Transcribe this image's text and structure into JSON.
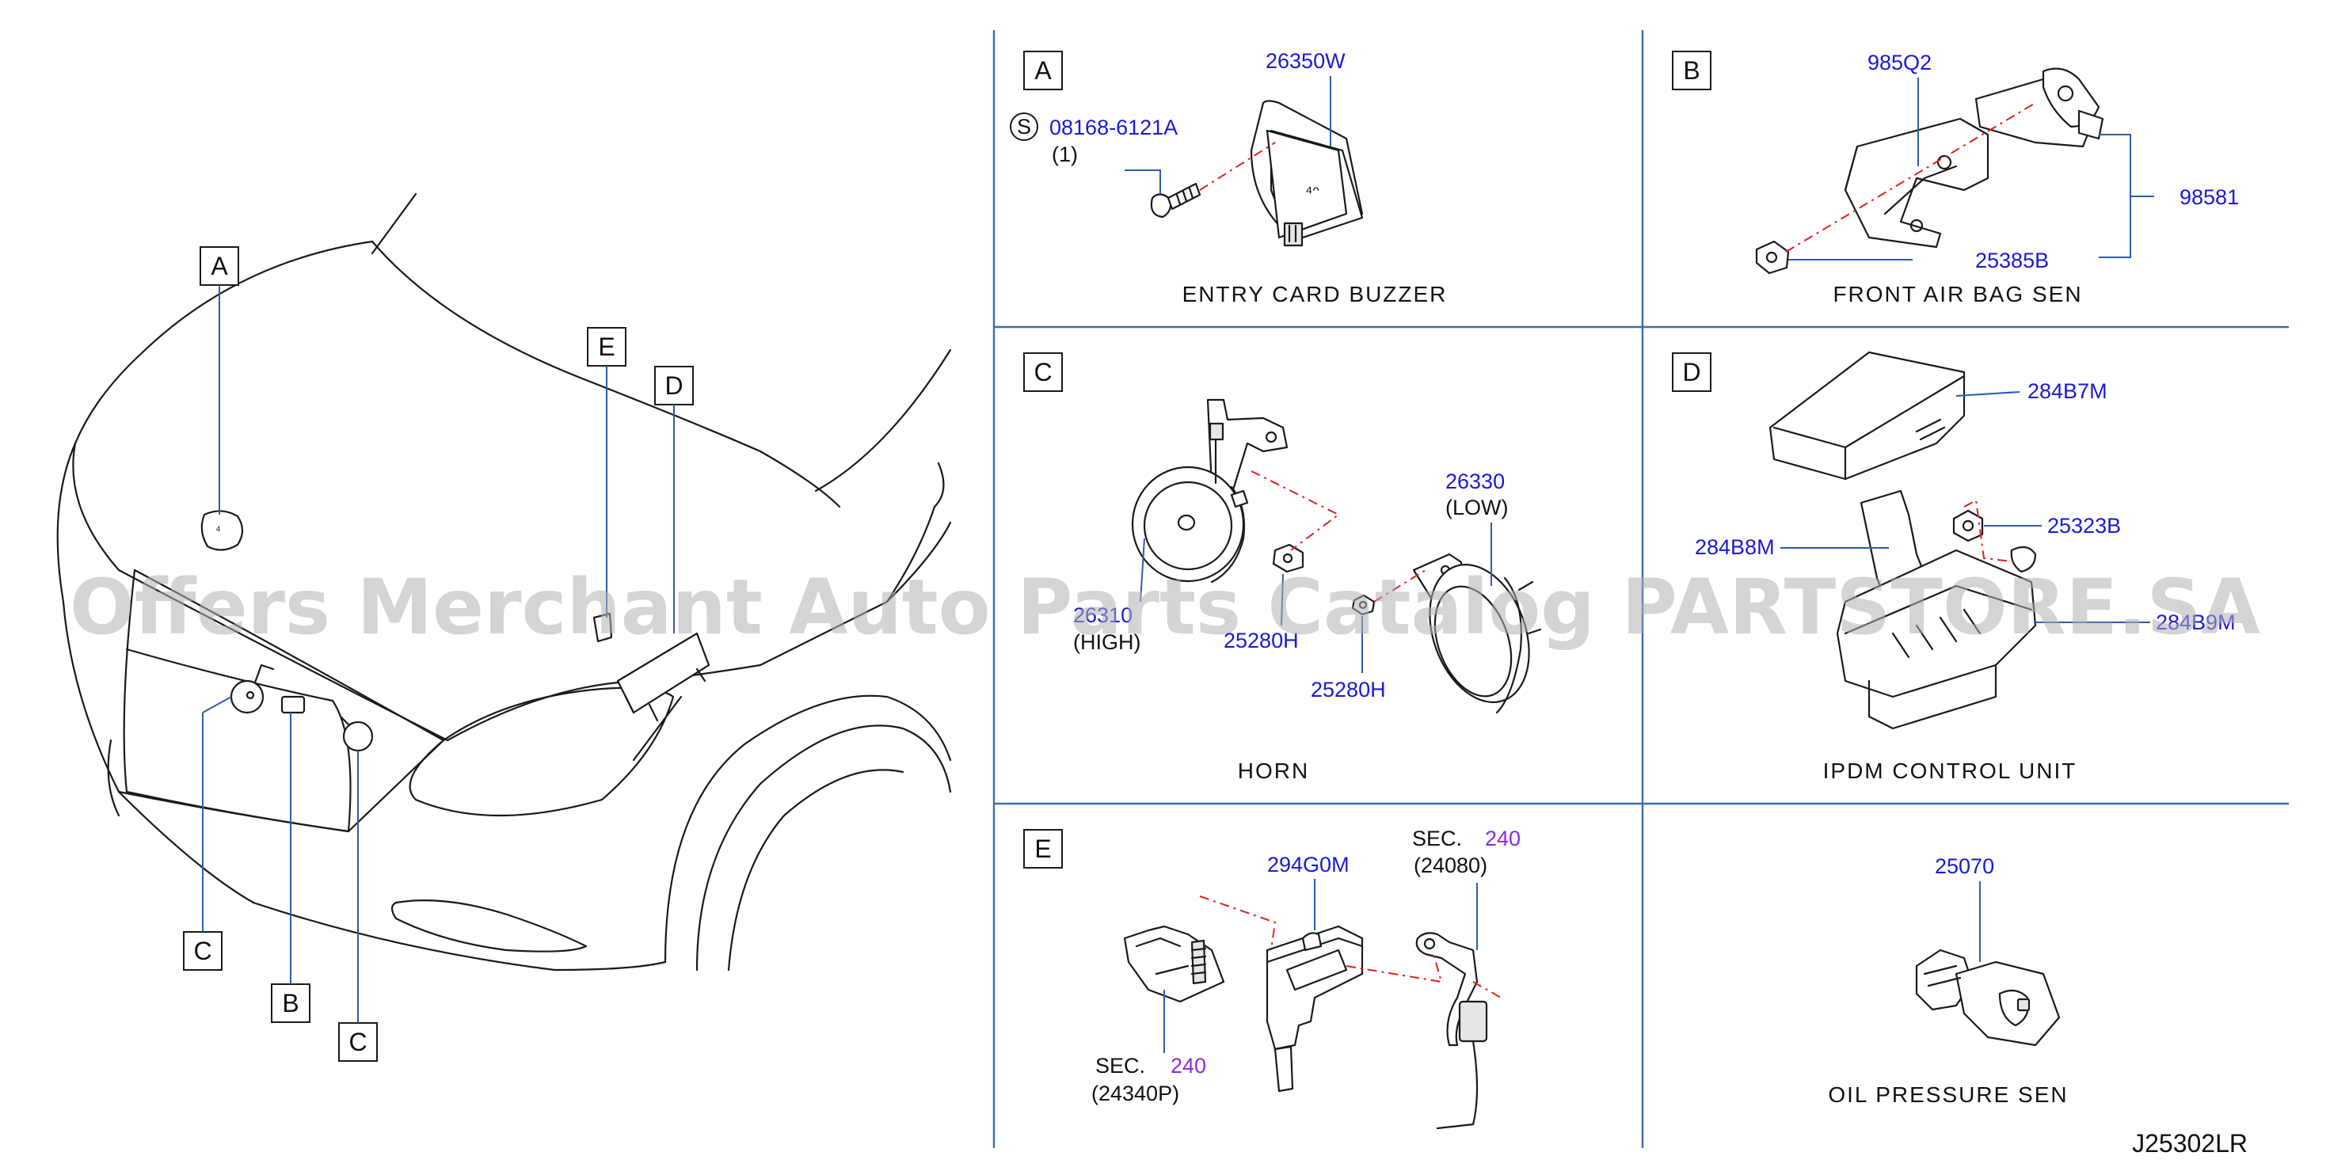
{
  "diagram_code": "J25302LR",
  "watermark": "Offers Merchant Auto Parts Catalog PARTSTORE.SA",
  "overview": {
    "callouts": [
      "A",
      "B",
      "C",
      "C",
      "D",
      "E"
    ]
  },
  "panels": {
    "A": {
      "letter": "A",
      "caption": "ENTRY   CARD   BUZZER",
      "parts": {
        "buzzer": "26350W",
        "screw": "08168-6121A",
        "screw_symbol": "S",
        "screw_qty": "(1)"
      }
    },
    "B": {
      "letter": "B",
      "caption": "FRONT   AIR   BAG   SEN",
      "parts": {
        "bracket": "985Q2",
        "sensor": "98581",
        "nut": "25385B"
      }
    },
    "C": {
      "letter": "C",
      "caption": "HORN",
      "parts": {
        "low_horn": "26330",
        "low_note": "(LOW)",
        "high_horn": "26310",
        "high_note": "(HIGH)",
        "nut_1": "25280H",
        "nut_2": "25280H"
      }
    },
    "D": {
      "letter": "D",
      "caption": "IPDM   CONTROL   UNIT",
      "parts": {
        "ipdm": "284B7M",
        "bracket": "284B8M",
        "nut": "25323B",
        "bracket_2": "284B9M"
      }
    },
    "E": {
      "letter": "E",
      "parts": {
        "sensor": "294G0M",
        "sec_top_label": "SEC.",
        "sec_top_num": "240",
        "sec_top_ref": "(24080)",
        "sec_bottom_label": "SEC.",
        "sec_bottom_num": "240",
        "sec_bottom_ref": "(24340P)"
      }
    },
    "F": {
      "caption": "OIL   PRESSURE   SEN",
      "parts": {
        "oil_sensor": "25070"
      }
    }
  }
}
